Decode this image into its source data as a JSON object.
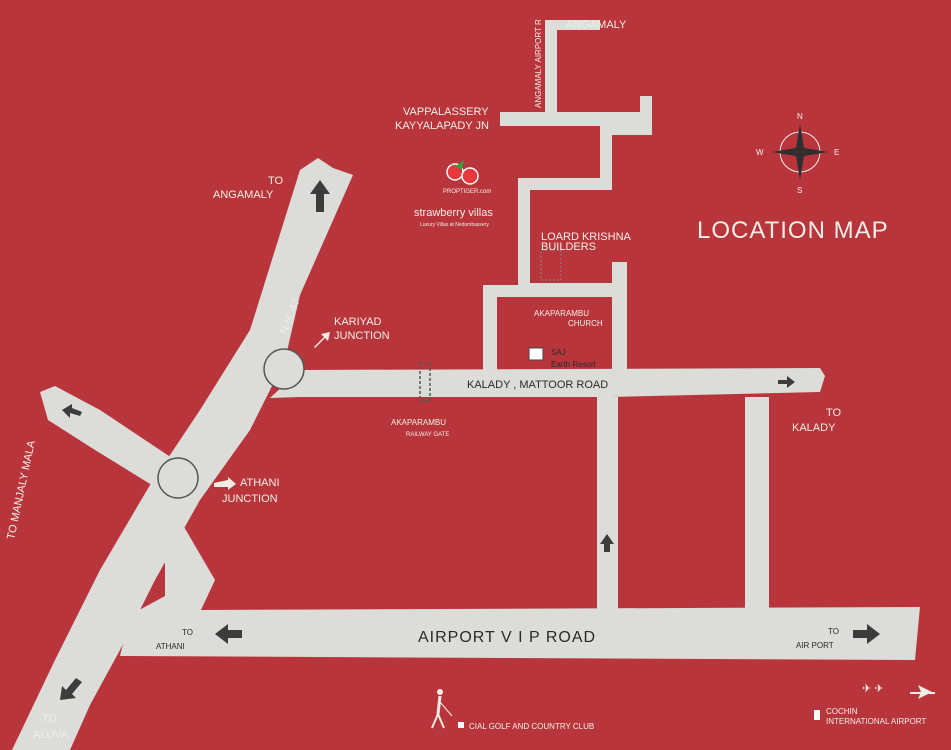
{
  "title": "LOCATION MAP",
  "roads": {
    "nh47": "N.H. 47",
    "kalady_mattoor": "KALADY , MATTOOR ROAD",
    "airport_vip": "AIRPORT V I P  ROAD",
    "angamaly_airport": "ANGAMALY AIRPORT R"
  },
  "destinations": {
    "to_angamaly_1": "TO",
    "to_angamaly_2": "ANGAMALY",
    "to_manjaly": "TO MANJALY MALA",
    "to_aluva_1": "TO",
    "to_aluva_2": "ALUVA",
    "to_athani_1": "TO",
    "to_athani_2": "ATHANI",
    "to_airport_1": "TO",
    "to_airport_2": "AIR PORT",
    "to_kalady_1": "TO",
    "to_kalady_2": "KALADY",
    "angamaly_top": "ANGAMALY"
  },
  "landmarks": {
    "kariyad_1": "KARIYAD",
    "kariyad_2": "JUNCTION",
    "athani_1": "ATHANI",
    "athani_2": "JUNCTION",
    "vappalassery_1": "VAPPALASSERY",
    "vappalassery_2": "KAYYALAPADY JN",
    "loard_1": "LOARD KRISHNA",
    "loard_2": "BUILDERS",
    "church_1": "AKAPARAMBU",
    "church_2": "CHURCH",
    "saj_1": "SAJ",
    "saj_2": "Earth Resort",
    "railway_1": "AKAPARAMBU",
    "railway_2": "RAILWAY GATE",
    "golf": "CIAL GOLF AND COUNTRY CLUB",
    "cochin_1": "COCHIN",
    "cochin_2": "INTERNATIONAL AIRPORT"
  },
  "logo": {
    "brand": "PROPTIGER.com",
    "name": "strawberry villas",
    "tagline": "Luxury Villas at Nedumbassery"
  },
  "compass": {
    "n": "N",
    "s": "S",
    "e": "E",
    "w": "W"
  },
  "colors": {
    "background": "#b9353c",
    "road": "#dcdcd8",
    "text": "#f2eee6",
    "arrow": "#3c3c3c"
  }
}
